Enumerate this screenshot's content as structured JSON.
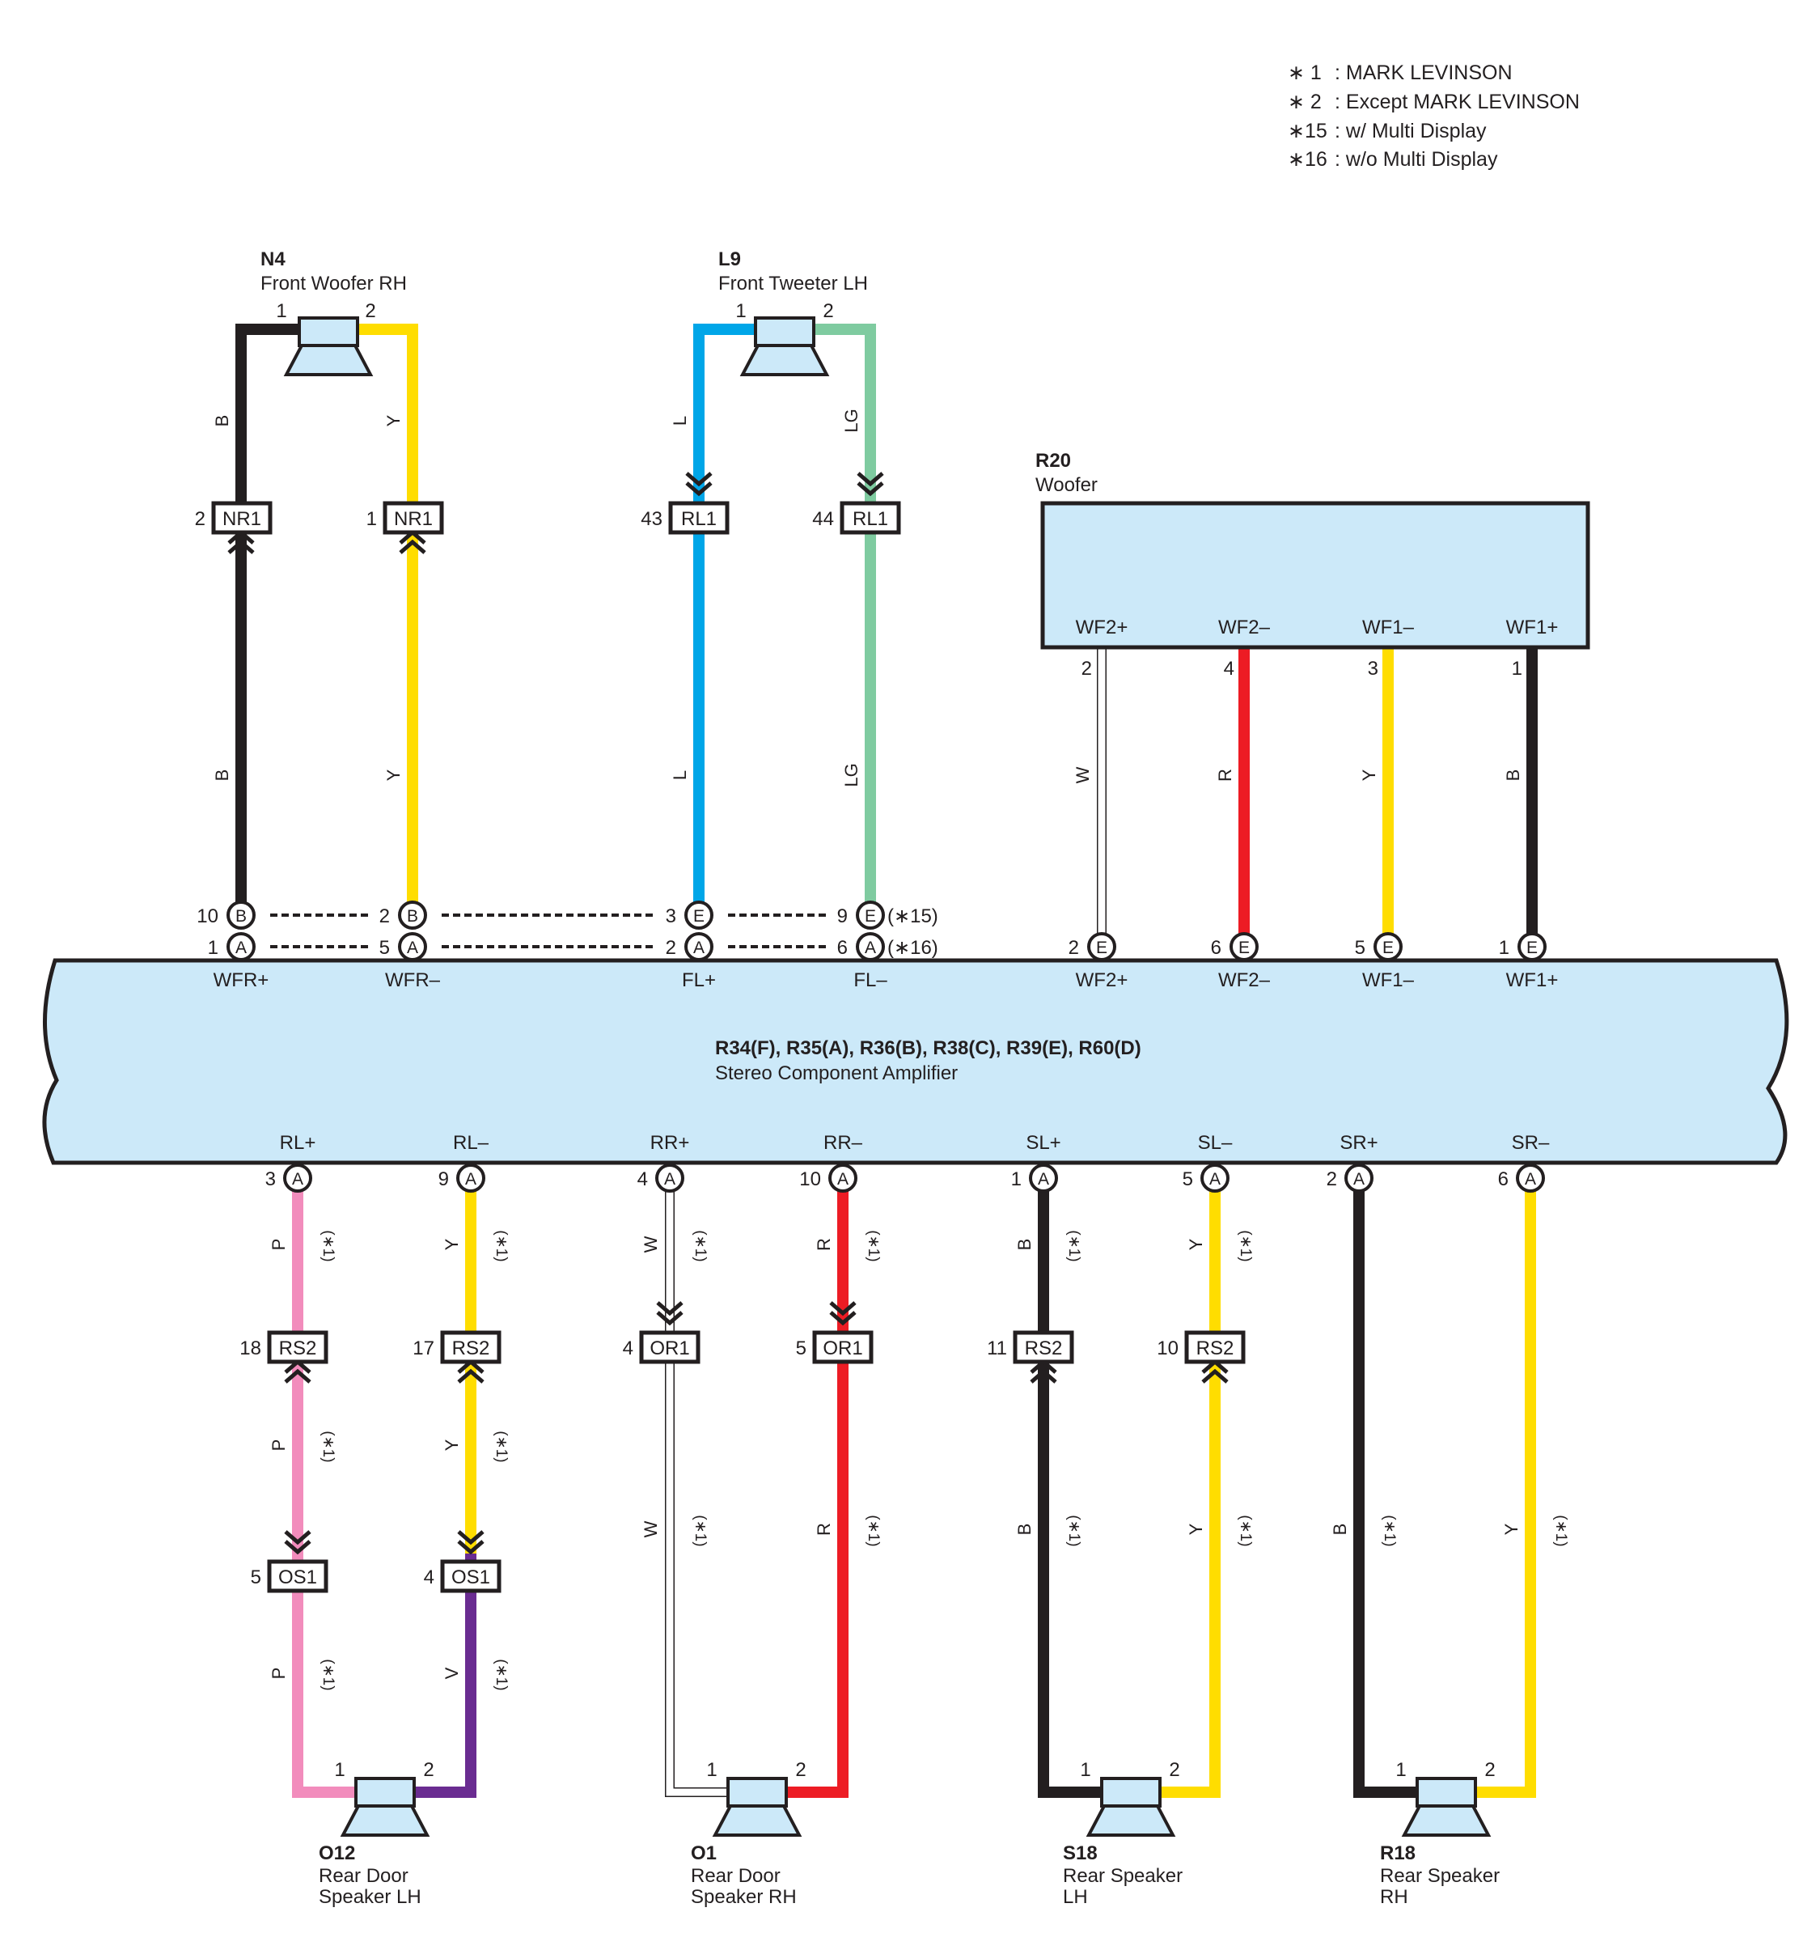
{
  "notes": [
    {
      "mark": "∗ 1",
      "text": ": MARK LEVINSON"
    },
    {
      "mark": "∗ 2",
      "text": ": Except MARK LEVINSON"
    },
    {
      "mark": "∗15",
      "text": ": w/ Multi Display"
    },
    {
      "mark": "∗16",
      "text": ": w/o Multi Display"
    }
  ],
  "colors": {
    "B": "#231f20",
    "Y": "#ffdd00",
    "L": "#00a6e8",
    "LG": "#7fcba0",
    "W": "#ffffff",
    "R": "#ed1c24",
    "P": "#f28cbc",
    "V": "#6a2c91",
    "fill": "#cce9f9",
    "outline": "#231f20"
  },
  "amplifier": {
    "codes": "R34(F), R35(A), R36(B), R38(C), R39(E), R60(D)",
    "name": "Stereo Component Amplifier",
    "top_terminals": [
      {
        "name": "WFR+",
        "row1": {
          "pin": "10",
          "conn": "B"
        },
        "row2": {
          "pin": "1",
          "conn": "A"
        }
      },
      {
        "name": "WFR–",
        "row1": {
          "pin": "2",
          "conn": "B"
        },
        "row2": {
          "pin": "5",
          "conn": "A"
        }
      },
      {
        "name": "FL+",
        "row1": {
          "pin": "3",
          "conn": "E"
        },
        "row2": {
          "pin": "2",
          "conn": "A"
        }
      },
      {
        "name": "FL–",
        "row1": {
          "pin": "9",
          "conn": "E",
          "note": "(∗15)"
        },
        "row2": {
          "pin": "6",
          "conn": "A",
          "note": "(∗16)"
        }
      },
      {
        "name": "WF2+",
        "row2": {
          "pin": "2",
          "conn": "E"
        }
      },
      {
        "name": "WF2–",
        "row2": {
          "pin": "6",
          "conn": "E"
        }
      },
      {
        "name": "WF1–",
        "row2": {
          "pin": "5",
          "conn": "E"
        }
      },
      {
        "name": "WF1+",
        "row2": {
          "pin": "1",
          "conn": "E"
        }
      }
    ],
    "bottom_terminals": [
      {
        "name": "RL+",
        "pin": "3",
        "conn": "A"
      },
      {
        "name": "RL–",
        "pin": "9",
        "conn": "A"
      },
      {
        "name": "RR+",
        "pin": "4",
        "conn": "A"
      },
      {
        "name": "RR–",
        "pin": "10",
        "conn": "A"
      },
      {
        "name": "SL+",
        "pin": "1",
        "conn": "A"
      },
      {
        "name": "SL–",
        "pin": "5",
        "conn": "A"
      },
      {
        "name": "SR+",
        "pin": "2",
        "conn": "A"
      },
      {
        "name": "SR–",
        "pin": "6",
        "conn": "A"
      }
    ]
  },
  "components": {
    "n4": {
      "code": "N4",
      "name": "Front Woofer RH",
      "pin1": "1",
      "pin2": "2"
    },
    "l9": {
      "code": "L9",
      "name": "Front Tweeter LH",
      "pin1": "1",
      "pin2": "2"
    },
    "r20": {
      "code": "R20",
      "name": "Woofer",
      "terminals": [
        {
          "name": "WF2+",
          "pin": "2"
        },
        {
          "name": "WF2–",
          "pin": "4"
        },
        {
          "name": "WF1–",
          "pin": "3"
        },
        {
          "name": "WF1+",
          "pin": "1"
        }
      ]
    },
    "o12": {
      "code": "O12",
      "name_line1": "Rear Door",
      "name_line2": "Speaker LH",
      "pin1": "1",
      "pin2": "2"
    },
    "o1": {
      "code": "O1",
      "name_line1": "Rear Door",
      "name_line2": "Speaker RH",
      "pin1": "1",
      "pin2": "2"
    },
    "s18": {
      "code": "S18",
      "name_line1": "Rear Speaker",
      "name_line2": "LH",
      "pin1": "1",
      "pin2": "2"
    },
    "r18": {
      "code": "R18",
      "name_line1": "Rear Speaker",
      "name_line2": "RH",
      "pin1": "1",
      "pin2": "2"
    }
  },
  "junctions": {
    "nr1_b": {
      "name": "NR1",
      "pin": "2"
    },
    "nr1_y": {
      "name": "NR1",
      "pin": "1"
    },
    "rl1_l": {
      "name": "RL1",
      "pin": "43"
    },
    "rl1_lg": {
      "name": "RL1",
      "pin": "44"
    },
    "rs2_p": {
      "name": "RS2",
      "pin": "18"
    },
    "rs2_y": {
      "name": "RS2",
      "pin": "17"
    },
    "or1_w": {
      "name": "OR1",
      "pin": "4"
    },
    "or1_r": {
      "name": "OR1",
      "pin": "5"
    },
    "rs2_b": {
      "name": "RS2",
      "pin": "11"
    },
    "rs2_y2": {
      "name": "RS2",
      "pin": "10"
    },
    "os1_p": {
      "name": "OS1",
      "pin": "5"
    },
    "os1_v": {
      "name": "OS1",
      "pin": "4"
    }
  },
  "wire_labels": {
    "b": "B",
    "y": "Y",
    "l": "L",
    "lg": "LG",
    "w": "W",
    "r": "R",
    "p": "P",
    "v": "V"
  },
  "variant_note": "(∗1)"
}
